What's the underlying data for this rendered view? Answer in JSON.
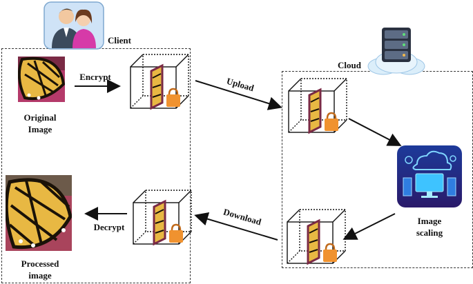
{
  "client": {
    "label": "Client"
  },
  "cloud": {
    "label": "Cloud"
  },
  "steps": {
    "encrypt": "Encrypt",
    "upload": "Upload",
    "download": "Download",
    "decrypt": "Decrypt"
  },
  "images": {
    "original": "Original Image",
    "processed": "Processed image",
    "scaling": "Image scaling"
  },
  "icons": [
    "users-icon",
    "server-cloud-icon",
    "lock-icon",
    "image-scaling-icon",
    "butterfly-image"
  ],
  "colors": {
    "lock": "#f0922f",
    "box_line": "#333333",
    "scaling_bg": "#1b2a78",
    "butterfly_wing": "#e8b843"
  }
}
